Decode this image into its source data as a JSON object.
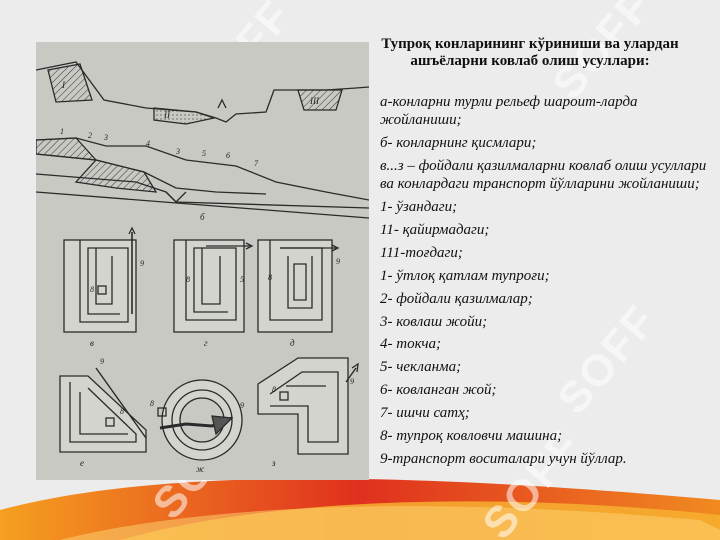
{
  "slide": {
    "title": "Тупроқ конларининг кўриниши ва улардан ашъёларни ковлаб олиш усуллари:",
    "items": [
      "а-конларни турли рельеф шароит-ларда жойланиши;",
      "б- конларнинг қисмлари;",
      "в...з – фойдали қазилмаларни ковлаб олиш усуллари ва конлардаги транспорт йўлларини жойланиши;",
      "1- ўзандаги;",
      "11- қайирмадаги;",
      "111-тоғдаги;",
      "1- ўтлоқ қатлам тупроғи;",
      "2- фойдали қазилмалар;",
      "3- ковлаш жойи;",
      "4- токча;",
      "5- чекланма;",
      "6- ковланган  жой;",
      "7- ишчи сатҳ;",
      "8- тупроқ ковловчи машина;",
      "9-транспорт воситалари учун йўллар."
    ]
  },
  "figure": {
    "labels": {
      "num1": "1",
      "num2": "2",
      "num3": "3",
      "num4": "4",
      "num5": "5",
      "num6": "6",
      "num7": "7",
      "num8": "8",
      "num9": "9",
      "roman1": "I",
      "roman2": "II",
      "roman3": "III",
      "letter_b": "б",
      "letter_v": "в",
      "letter_g": "г",
      "letter_d": "д",
      "letter_e": "е",
      "letter_zh": "ж",
      "letter_z": "з"
    }
  },
  "watermark": {
    "text": "SOFF"
  },
  "colors": {
    "background": "#ececec",
    "figure": "#c9c9c4",
    "accent_red": "#e0301e",
    "accent_orange": "#f5a020"
  }
}
